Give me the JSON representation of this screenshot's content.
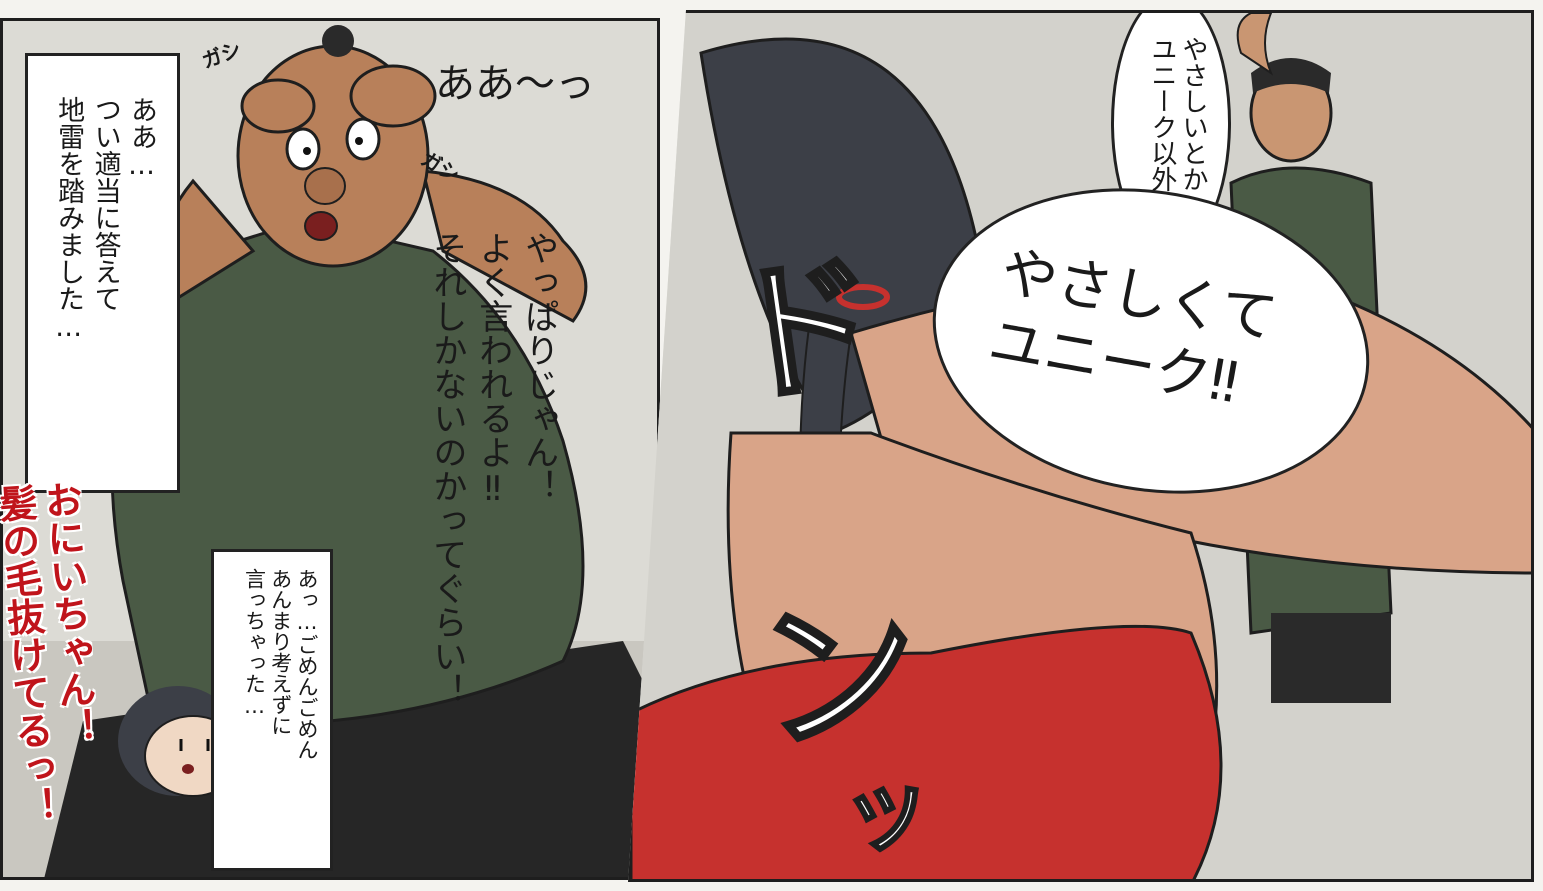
{
  "left_panel": {
    "caption_narration": "ああ…\nつい適当に答えて\n地雷を踏みました…",
    "sfx_scratch_1": "ガシ",
    "sfx_scratch_2": "ガシ",
    "shout_aa": "ああ〜っ",
    "speech_main": "やっぱりじゃん！\nよく言われるよ‼\nそれしかないのかってぐらい！",
    "speech_small": "あっ…ごめんごめん\nあんまり考えずに\n言っちゃった…",
    "red_shout": "おにいちゃん！\n髪の毛抜けてるっ！"
  },
  "right_panel": {
    "speech_top": "やさしいとか\nユニーク以外",
    "speech_big": "やさしくて\nユニーク‼",
    "sfx_don_1": "ド",
    "sfx_don_2": "ン",
    "sfx_don_3": "ッ"
  },
  "colors": {
    "skin": "#b8805a",
    "shirt": "#4a5a45",
    "hair": "#3c3f47",
    "red_dress": "#c6312e",
    "red_text": "#c0141b"
  }
}
